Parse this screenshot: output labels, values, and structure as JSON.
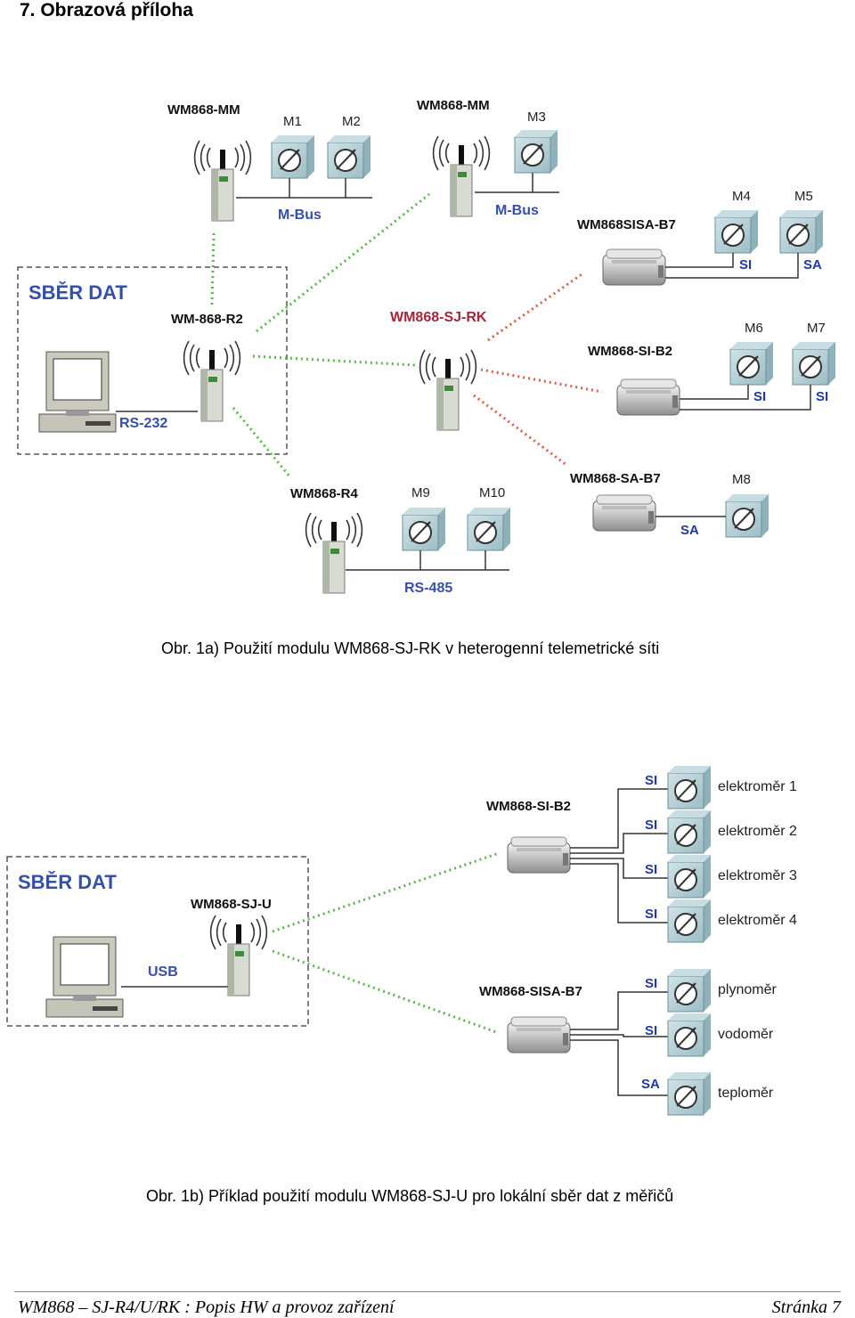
{
  "heading": "7. Obrazová příloha",
  "figure_a": {
    "caption": "Obr. 1a) Použití modulu WM868-SJ-RK v heterogenní telemetrické síti",
    "group_label": "SBĚR DAT",
    "nodes": {
      "mm1": "WM868-MM",
      "mm2": "WM868-MM",
      "r2": "WM-868-R2",
      "sjrk": "WM868-SJ-RK",
      "sisa": "WM868SISA-B7",
      "sib2": "WM868-SI-B2",
      "r4": "WM868-R4",
      "sab7": "WM868-SA-B7"
    },
    "meters": {
      "m1": "M1",
      "m2": "M2",
      "m3": "M3",
      "m4": "M4",
      "m5": "M5",
      "m6": "M6",
      "m7": "M7",
      "m8": "M8",
      "m9": "M9",
      "m10": "M10"
    },
    "buses": {
      "mbus1": "M-Bus",
      "mbus2": "M-Bus",
      "rs232": "RS-232",
      "rs485": "RS-485"
    },
    "signals": {
      "m4": "SI",
      "m5": "SA",
      "m6": "SI",
      "m7": "SI",
      "m8": "SA"
    }
  },
  "figure_b": {
    "caption": "Obr. 1b) Příklad použití modulu WM868-SJ-U pro lokální sběr dat z měřičů",
    "group_label": "SBĚR DAT",
    "nodes": {
      "sju": "WM868-SJ-U",
      "sib2": "WM868-SI-B2",
      "sisa": "WM868-SISA-B7"
    },
    "usb": "USB",
    "meters": [
      {
        "signal": "SI",
        "label": "elektroměr 1"
      },
      {
        "signal": "SI",
        "label": "elektroměr 2"
      },
      {
        "signal": "SI",
        "label": "elektroměr 3"
      },
      {
        "signal": "SI",
        "label": "elektroměr 4"
      },
      {
        "signal": "SI",
        "label": "plynoměr"
      },
      {
        "signal": "SI",
        "label": "vodoměr"
      },
      {
        "signal": "SA",
        "label": "teploměr"
      }
    ]
  },
  "footer": {
    "left": "WM868 – SJ-R4/U/RK : Popis HW a provoz zařízení",
    "right": "Stránka 7"
  }
}
